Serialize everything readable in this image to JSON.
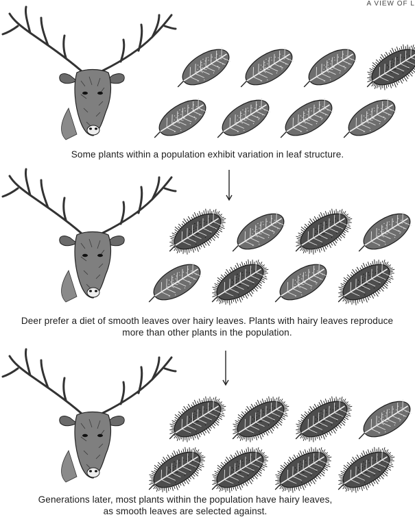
{
  "header_fragment": "A VIEW OF L",
  "panels": [
    {
      "caption": "Some plants within a population exhibit variation in leaf structure.",
      "leaves": [
        "smooth",
        "smooth",
        "smooth",
        "hairy",
        "smooth",
        "smooth",
        "smooth",
        "smooth"
      ]
    },
    {
      "caption": "Deer prefer a diet of smooth leaves over hairy leaves. Plants with hairy leaves reproduce more than other plants in the population.",
      "leaves": [
        "hairy",
        "smooth",
        "hairy",
        "smooth",
        "smooth",
        "hairy",
        "smooth",
        "hairy"
      ]
    },
    {
      "caption": "Generations later, most plants within the population have hairy leaves, as smooth leaves are selected against.",
      "leaves": [
        "hairy",
        "hairy",
        "hairy",
        "smooth",
        "hairy",
        "hairy",
        "hairy",
        "hairy"
      ]
    }
  ],
  "arrows": 2
}
